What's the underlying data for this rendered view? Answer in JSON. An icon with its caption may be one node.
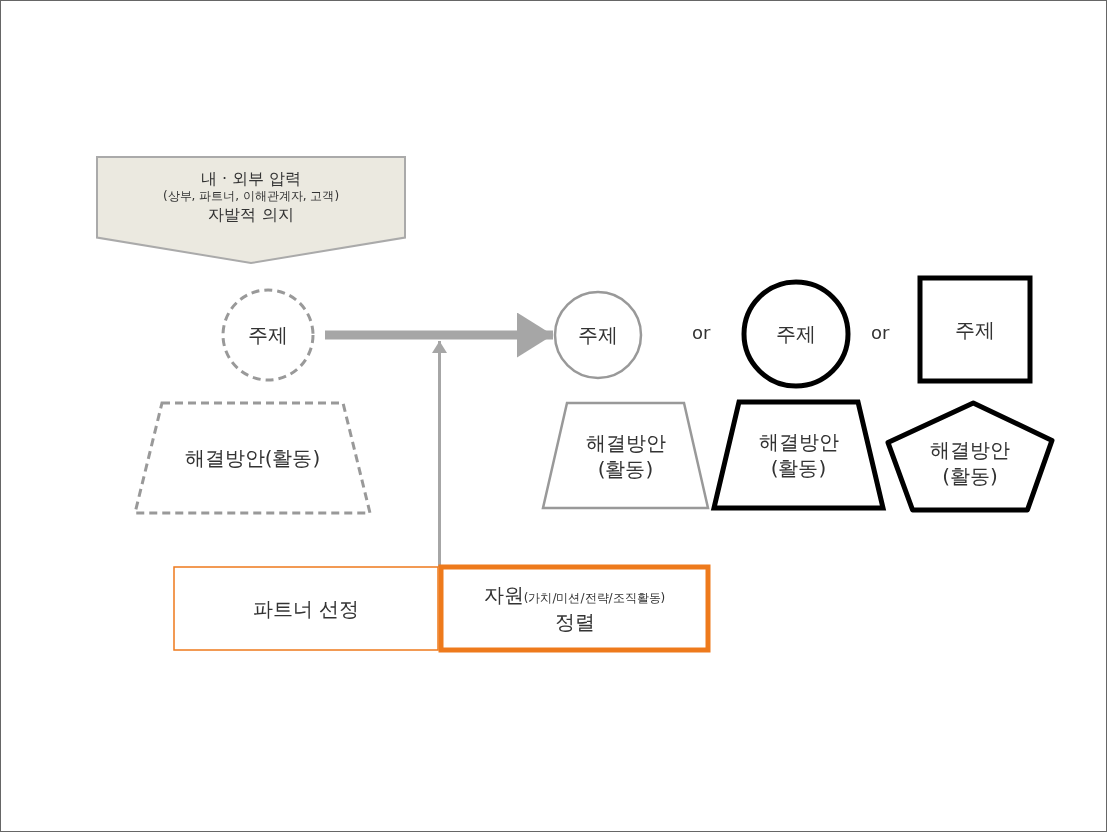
{
  "diagram": {
    "nodes": [
      {
        "text": [
          "내 · 외부 압력",
          "(상부, 파트너, 이해관계자, 고객)",
          "자발적 의지"
        ]
      },
      {
        "text": [
          "주제"
        ]
      },
      {
        "text": [
          "해결방안(활동)"
        ]
      },
      {
        "text": [
          "주제"
        ]
      },
      {
        "text": [
          "해결방안 (활동)"
        ]
      },
      {
        "text": [
          "주제"
        ]
      },
      {
        "text": [
          "해결방안 (활동)"
        ]
      },
      {
        "text": [
          "주제"
        ]
      },
      {
        "text": [
          "해결방안 (활동)"
        ]
      },
      {
        "text": [
          "파트너 선정"
        ]
      },
      {
        "text": [
          "자원",
          "(가치/미션/전략/조직활동)",
          "정렬"
        ]
      }
    ],
    "edges": [
      {
        "from": 1,
        "to": 3,
        "arrow": "to",
        "style": "thick"
      },
      {
        "from": 9,
        "to": null,
        "arrow": "to"
      },
      {
        "from": 10,
        "to": null,
        "arrow": "to"
      }
    ],
    "labels": [
      "or",
      "or"
    ]
  }
}
